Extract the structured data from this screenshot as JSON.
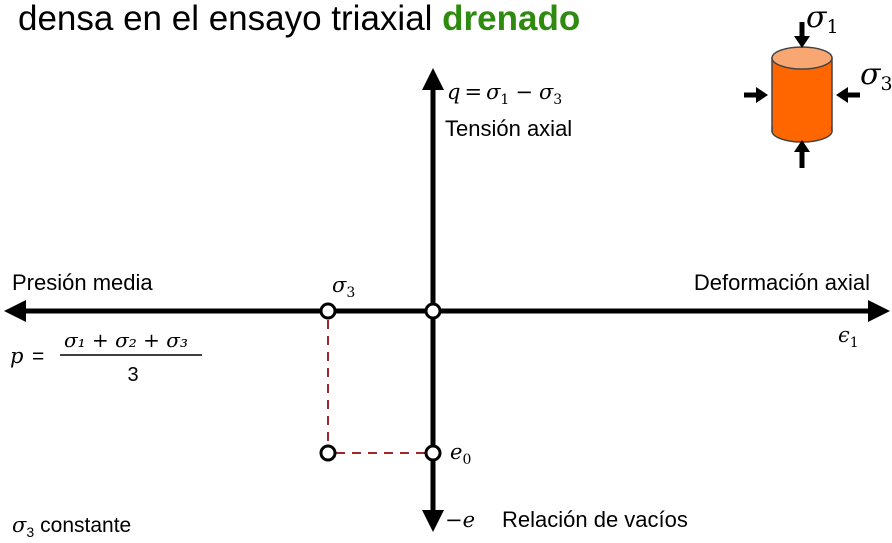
{
  "title": {
    "prefix": "densa en el ensayo triaxial ",
    "highlight": "drenado",
    "highlight_color": "#2e8b0f"
  },
  "axes": {
    "vertical_top": {
      "eq_left": "q",
      "eq_eq": "=",
      "eq_s1": "σ",
      "eq_s1_sub": "1",
      "eq_minus": "−",
      "eq_s3": "σ",
      "eq_s3_sub": "3",
      "label": "Tensión axial"
    },
    "vertical_bottom": {
      "symbol": "−e",
      "label": "Relación de vacíos"
    },
    "horizontal_left": {
      "label": "Presión media",
      "p": "p",
      "eq": "=",
      "numerator": "σ₁ + σ₂ + σ₃",
      "denominator": "3"
    },
    "horizontal_right": {
      "label": "Deformación axial",
      "symbol": "ϵ",
      "symbol_sub": "1"
    }
  },
  "points": {
    "sigma3_label": "σ",
    "sigma3_sub": "3",
    "e0_label": "e",
    "e0_sub": "0"
  },
  "note": {
    "symbol": "σ",
    "sub": "3",
    "text": "constante"
  },
  "specimen": {
    "s1": "σ",
    "s1_sub": "1",
    "s3": "σ",
    "s3_sub": "3",
    "body_color": "#ff6600",
    "top_color": "#f9a772"
  },
  "colors": {
    "guide": "#a0282a",
    "axis": "#000000"
  }
}
